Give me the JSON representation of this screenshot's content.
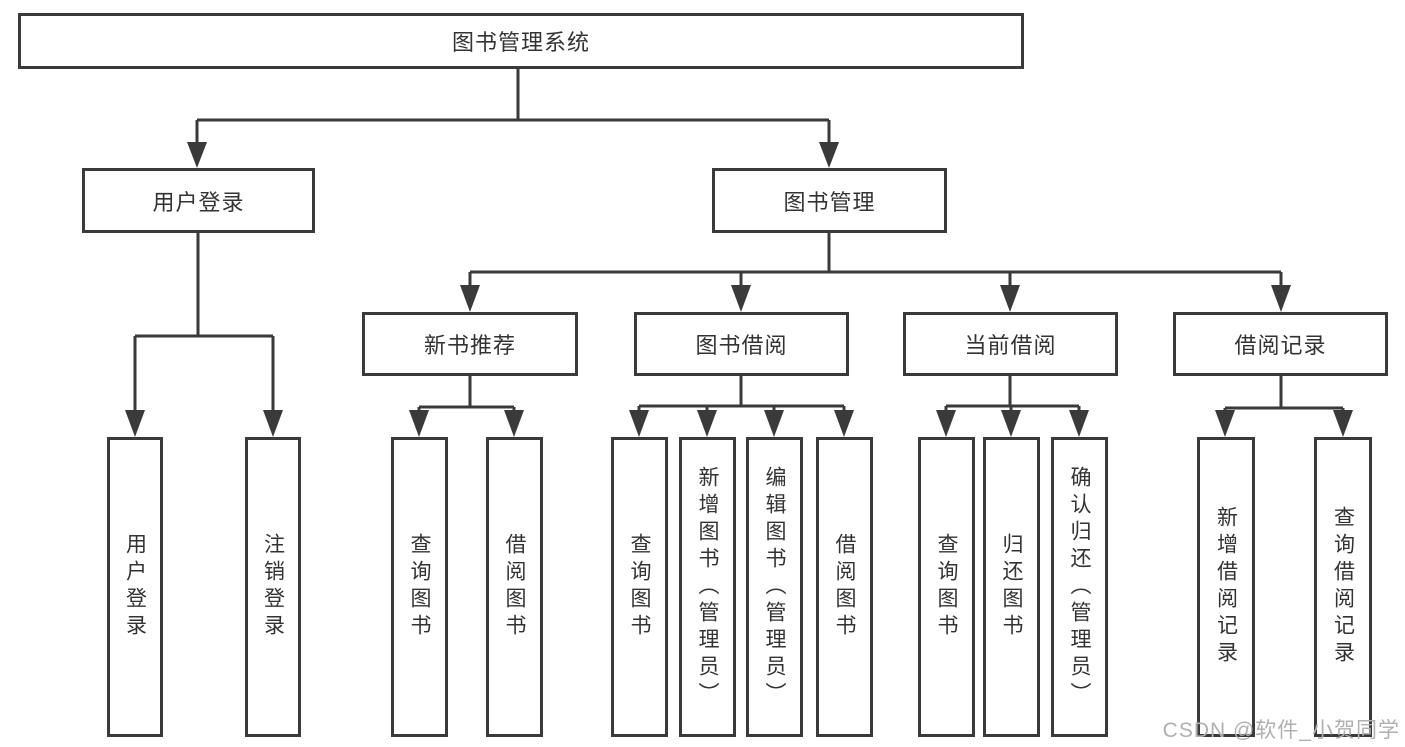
{
  "diagram_title": "图书管理系统",
  "tree": {
    "label": "图书管理系统",
    "children": [
      {
        "label": "用户登录",
        "children": [
          {
            "label": "用户登录"
          },
          {
            "label": "注销登录"
          }
        ]
      },
      {
        "label": "图书管理",
        "children": [
          {
            "label": "新书推荐",
            "children": [
              {
                "label": "查询图书"
              },
              {
                "label": "借阅图书"
              }
            ]
          },
          {
            "label": "图书借阅",
            "children": [
              {
                "label": "查询图书"
              },
              {
                "label": "新增图书（管理员）"
              },
              {
                "label": "编辑图书（管理员）"
              },
              {
                "label": "借阅图书"
              }
            ]
          },
          {
            "label": "当前借阅",
            "children": [
              {
                "label": "查询图书"
              },
              {
                "label": "归还图书"
              },
              {
                "label": "确认归还（管理员）"
              }
            ]
          },
          {
            "label": "借阅记录",
            "children": [
              {
                "label": "新增借阅记录"
              },
              {
                "label": "查询借阅记录"
              }
            ]
          }
        ]
      }
    ]
  },
  "watermark": "CSDN @软件_小贺同学",
  "colors": {
    "line": "#3a3a3a",
    "text": "#333333",
    "watermark": "#b0b0b0",
    "background": "#ffffff"
  }
}
